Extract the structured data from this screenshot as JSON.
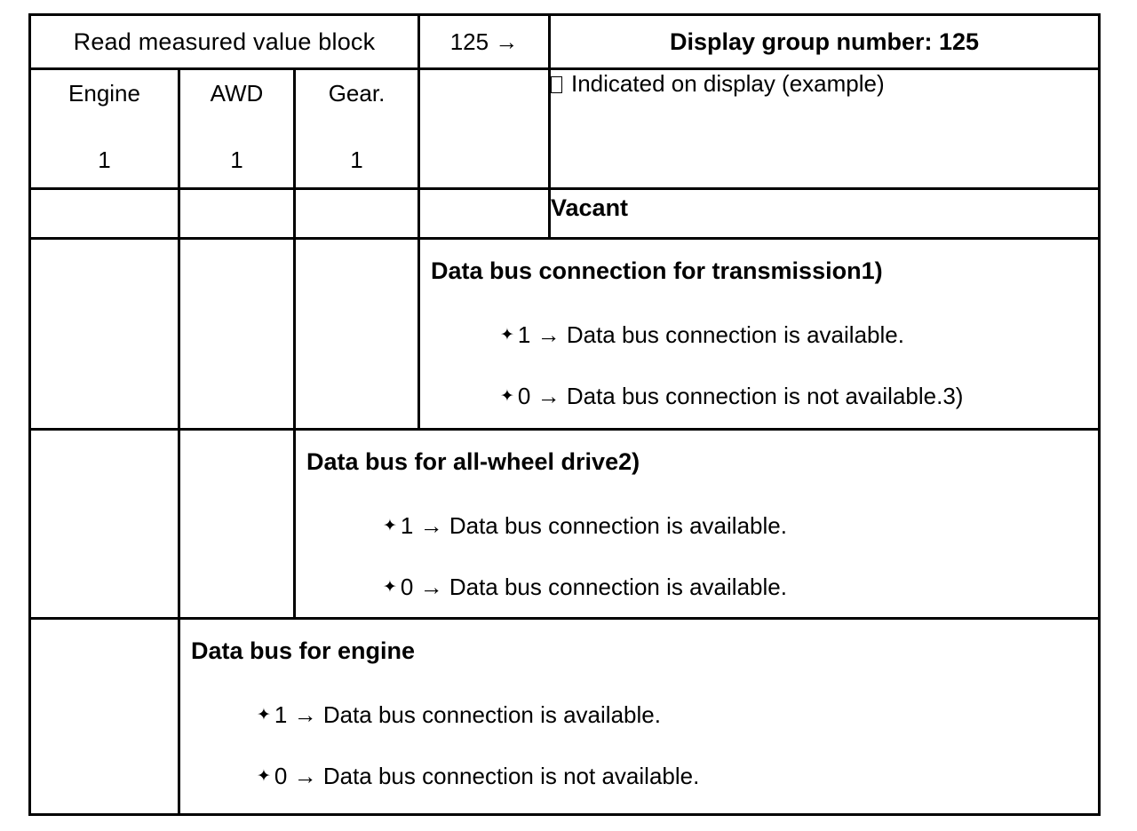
{
  "table": {
    "title_row": {
      "read_block_label": "Read measured value block",
      "group_ref": "125 →",
      "display_group": "Display group number: 125"
    },
    "header_row": {
      "columns": [
        {
          "label": "Engine",
          "value": "1"
        },
        {
          "label": "AWD",
          "value": "1"
        },
        {
          "label": "Gear.",
          "value": "1"
        }
      ],
      "indicated_note": "Indicated on display (example)",
      "indicated_glyph": "missing-glyph-box"
    },
    "vacant_row": {
      "label": "Vacant"
    },
    "sections": [
      {
        "title": "Data bus connection for transmission1)",
        "bullets": [
          {
            "mark": "✦",
            "text": "1 → Data bus connection is available."
          },
          {
            "mark": "✦",
            "text": "0 → Data bus connection is not available.3)"
          }
        ]
      },
      {
        "title": "Data bus for all-wheel drive2)",
        "bullets": [
          {
            "mark": "✦",
            "text": "1 → Data bus connection is available."
          },
          {
            "mark": "✦",
            "text": "0 → Data bus connection is available."
          }
        ]
      },
      {
        "title": "Data bus for engine",
        "bullets": [
          {
            "mark": "✦",
            "text": "1 → Data bus connection is available."
          },
          {
            "mark": "✦",
            "text": "0 → Data bus connection is not available."
          }
        ]
      }
    ]
  },
  "colors": {
    "border": "#000000",
    "text": "#000000",
    "background": "#ffffff"
  }
}
